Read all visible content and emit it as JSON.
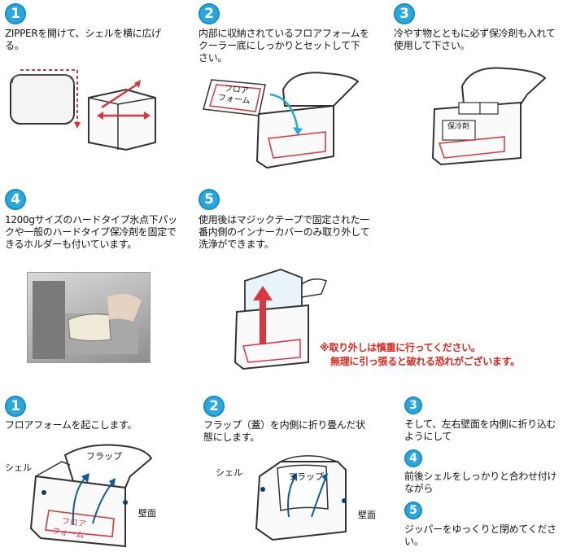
{
  "top_steps": [
    {
      "num": "1",
      "text": "ZIPPERを開けて、シェルを横に広げる。"
    },
    {
      "num": "2",
      "text": "内部に収納されているフロアフォームをクーラー底にしっかりとセットして下さい。"
    },
    {
      "num": "3",
      "text": "冷やす物とともに必ず保冷剤も入れて使用して下さい。"
    },
    {
      "num": "4",
      "text": "1200gサイズのハードタイプ氷点下パックや一般のハードタイプ保冷剤を固定できるホルダーも付いています。"
    },
    {
      "num": "5",
      "text": "使用後はマジックテープで固定された一番内側のインナーカバーのみ取り外して洗浄ができます。"
    }
  ],
  "floor_form_label": [
    "フロア",
    "フォーム"
  ],
  "ice_pack_label": "保冷剤",
  "warning": [
    "※取り外しは慎重に行ってください。",
    "無理に引っ張ると破れる恐れがございます。"
  ],
  "bottom_steps": [
    {
      "num": "1",
      "text": "フロアフォームを起こします。"
    },
    {
      "num": "2",
      "text": "フラップ（蓋）を内側に折り畳んだ状態にします。"
    },
    {
      "num": "3",
      "text": "そして、左右壁面を内側に折り込むようにして"
    },
    {
      "num": "4",
      "text": "前後シェルをしっかりと合わせ付けながら"
    },
    {
      "num": "5",
      "text": "ジッパーをゆっくりと閉めてください。"
    }
  ],
  "diagram_labels": {
    "shell": "シェル",
    "flap": "フラップ",
    "wall": "壁面",
    "floor_form": [
      "フロア",
      "フォーム"
    ]
  },
  "colors": {
    "badge": "#29a7df",
    "warning": "#e0251b",
    "accent_red": "#d9363e"
  }
}
